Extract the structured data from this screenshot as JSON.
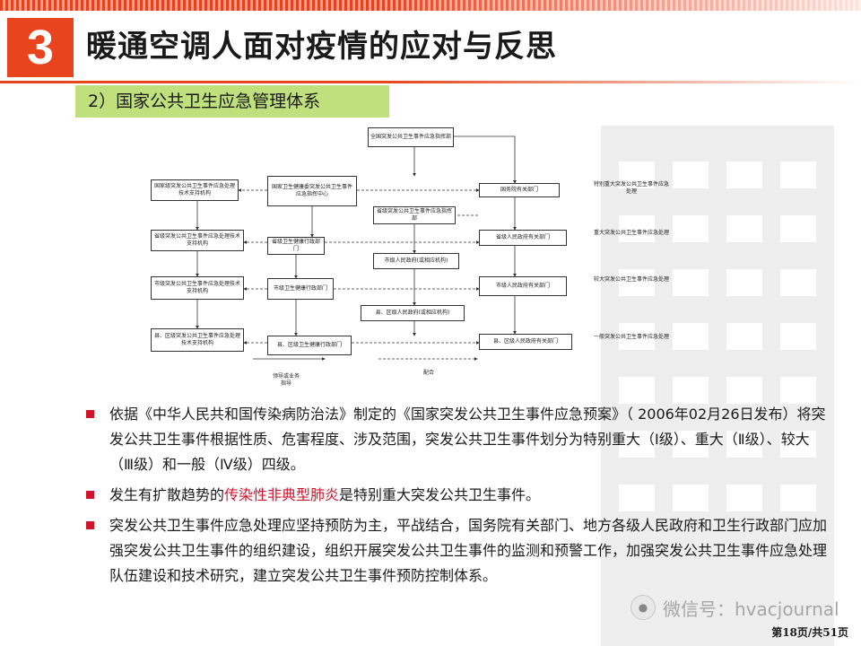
{
  "header": {
    "section_number": "3",
    "title": "暖通空调人面对疫情的应对与反思",
    "subtitle": "2）国家公共卫生应急管理体系"
  },
  "org_chart": {
    "top": "全国突发公共卫生事件应急指挥部",
    "center_l1": "国家卫生健康委突发公共卫生事件应急指挥中心",
    "left_l1": "国家级突发公共卫生事件应急处理技术支持机构",
    "right_l1": "国务院有关部门",
    "center_l2a": "省级突发公共卫生事件应急指挥部",
    "left_l2": "省级突发公共卫生事件应急处理技术支持机构",
    "center_l2b": "省级卫生健康行政部门",
    "right_l2": "省级人民政府有关部门",
    "center_l3a": "市级人民政府(或相应机构)",
    "left_l3": "市级突发公共卫生事件应急处理技术支持机构",
    "center_l3b": "市级卫生健康行政部门",
    "right_l3": "市级人民政府有关部门",
    "center_l4a": "县、区级人民政府(或相应机构)",
    "left_l4": "县、区级突发公共卫生事件应急处理技术支持机构",
    "center_l4b": "县、区级卫生健康行政部门",
    "right_l4": "县、区级人民政府有关部门",
    "level_1": "特别重大突发公共卫生事件应急处理",
    "level_2": "重大突发公共卫生事件应急处理",
    "level_3": "较大突发公共卫生事件应急处理",
    "level_4": "一般突发公共卫生事件应急处理",
    "legend_solid": "领导或业务指导",
    "legend_dashed": "配合"
  },
  "bullets": [
    {
      "text": "依据《中华人民共和国传染病防治法》制定的《国家突发公共卫生事件应急预案》（ 2006年02月26日发布）将突发公共卫生事件根据性质、危害程度、涉及范围，突发公共卫生事件划分为特别重大（Ⅰ级）、重大（Ⅱ级）、较大（Ⅲ级）和一般（Ⅳ级）四级。"
    },
    {
      "prefix": "发生有扩散趋势的",
      "highlight": "传染性非典型肺炎",
      "suffix": "是特别重大突发公共卫生事件。"
    },
    {
      "text": "突发公共卫生事件应急处理应坚持预防为主，平战结合，国务院有关部门、地方各级人民政府和卫生行政部门应加强突发公共卫生事件的组织建设，组织开展突发公共卫生事件的监测和预警工作，加强突发公共卫生事件应急处理队伍建设和技术研究，建立突发公共卫生事件预防控制体系。"
    }
  ],
  "footer": {
    "watermark": "微信号：hvacjournal",
    "page": "第18页/共51页"
  },
  "colors": {
    "accent": "#e8441e",
    "subtitle_bg": "#bfe07d",
    "bullet": "#d0142c"
  }
}
